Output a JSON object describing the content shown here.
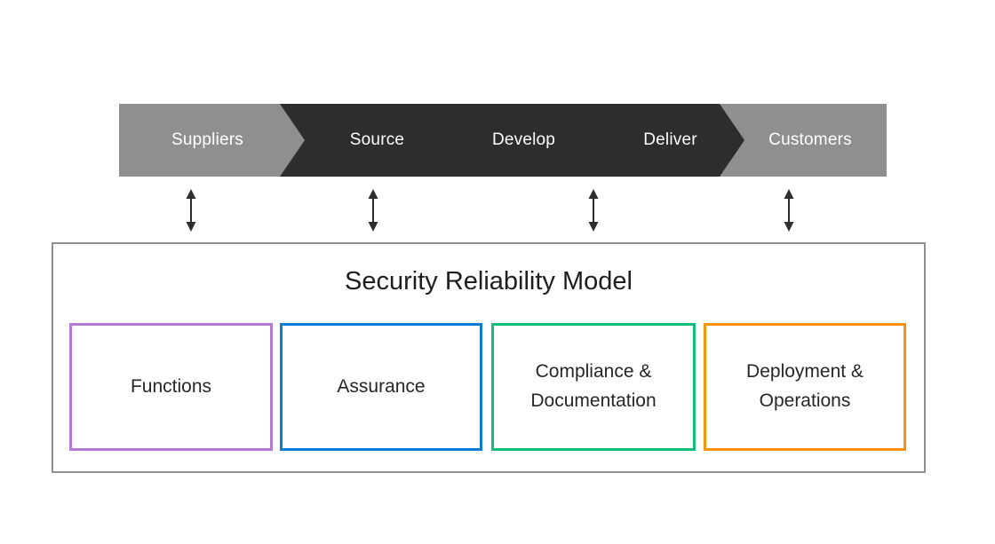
{
  "flow": {
    "stages": [
      {
        "label": "Suppliers",
        "color": "#8f8f8f",
        "text_color": "#ffffff"
      },
      {
        "label": "Source",
        "color": "#2d2d2d",
        "text_color": "#ffffff"
      },
      {
        "label": "Develop",
        "color": "#2d2d2d",
        "text_color": "#ffffff"
      },
      {
        "label": "Deliver",
        "color": "#2d2d2d",
        "text_color": "#ffffff"
      },
      {
        "label": "Customers",
        "color": "#8f8f8f",
        "text_color": "#ffffff"
      }
    ]
  },
  "connectors": {
    "style": "double-headed-vertical-arrow",
    "count": 4,
    "color": "#2e2e2e"
  },
  "model": {
    "title": "Security Reliability Model",
    "border_color": "#8f8f8f",
    "pillars": [
      {
        "label": "Functions",
        "border_color": "#b27ad2"
      },
      {
        "label": "Assurance",
        "border_color": "#0b7ad9"
      },
      {
        "label": "Compliance & Documentation",
        "border_color": "#12bd77"
      },
      {
        "label": "Deployment & Operations",
        "border_color": "#f7920e"
      }
    ]
  }
}
